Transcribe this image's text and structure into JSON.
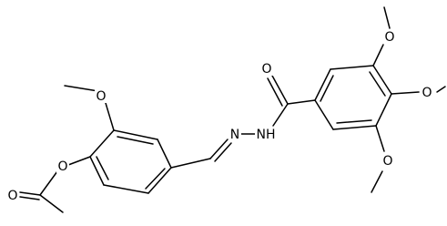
{
  "structure": {
    "atoms": [
      {
        "id": "O_acetyl_carbonyl",
        "label": "O"
      },
      {
        "id": "O_ester",
        "label": "O"
      },
      {
        "id": "O_methoxy_left",
        "label": "O"
      },
      {
        "id": "O_amide",
        "label": "O"
      },
      {
        "id": "N_imine",
        "label": "N"
      },
      {
        "id": "NH_hydrazide",
        "label": "NH"
      },
      {
        "id": "O_methoxy_top",
        "label": "O"
      },
      {
        "id": "O_methoxy_para",
        "label": "O"
      },
      {
        "id": "O_methoxy_bottom",
        "label": "O"
      }
    ]
  },
  "colors": {
    "bond": "#000000",
    "text": "#000000",
    "background": "#ffffff"
  }
}
